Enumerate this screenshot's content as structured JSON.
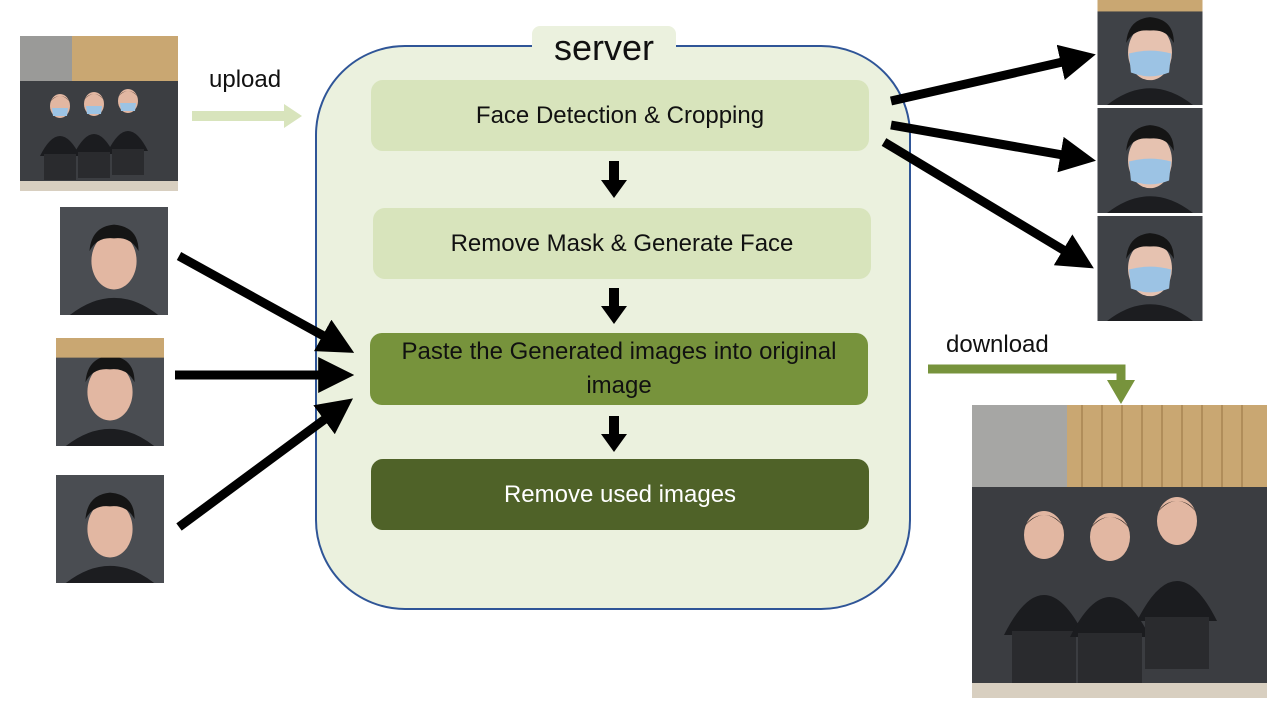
{
  "server": {
    "title": "server",
    "steps": [
      "Face Detection & Cropping",
      "Remove Mask & Generate Face",
      "Paste the Generated images into original image",
      "Remove used images"
    ]
  },
  "labels": {
    "upload": "upload",
    "download": "download"
  },
  "colors": {
    "server_fill": "#ebf1de",
    "server_border": "#2f5597",
    "step_light": "#d8e4bc",
    "step_medium": "#77933c",
    "step_dark": "#4f6228",
    "upload_arrow": "#d8e4bc",
    "download_arrow": "#77933c"
  }
}
